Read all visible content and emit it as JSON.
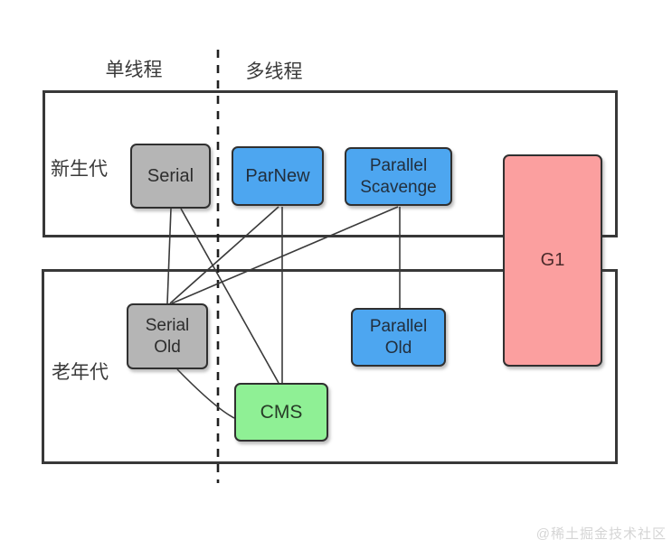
{
  "diagram": {
    "column_labels": {
      "single": "单线程",
      "multi": "多线程"
    },
    "region_labels": {
      "young": "新生代",
      "old": "老年代"
    },
    "nodes": {
      "serial": {
        "label": "Serial",
        "generation": "young",
        "threading": "single"
      },
      "parnew": {
        "label": "ParNew",
        "generation": "young",
        "threading": "multi"
      },
      "parallel_scavenge": {
        "lines": [
          "Parallel",
          "Scavenge"
        ],
        "generation": "young",
        "threading": "multi"
      },
      "g1": {
        "label": "G1",
        "generation": "both",
        "threading": "multi"
      },
      "serial_old": {
        "lines": [
          "Serial",
          "Old"
        ],
        "generation": "old",
        "threading": "single"
      },
      "parallel_old": {
        "lines": [
          "Parallel",
          "Old"
        ],
        "generation": "old",
        "threading": "multi"
      },
      "cms": {
        "label": "CMS",
        "generation": "old",
        "threading": "multi"
      }
    },
    "edges": [
      {
        "from": "Serial",
        "to": "Serial Old"
      },
      {
        "from": "Serial",
        "to": "CMS"
      },
      {
        "from": "ParNew",
        "to": "Serial Old"
      },
      {
        "from": "ParNew",
        "to": "CMS"
      },
      {
        "from": "Parallel Scavenge",
        "to": "Serial Old"
      },
      {
        "from": "Parallel Scavenge",
        "to": "Parallel Old"
      },
      {
        "from": "Serial Old",
        "to": "CMS"
      }
    ],
    "colors": {
      "single_thread_fill": "#b5b5b5",
      "multi_thread_fill": "#4da6f0",
      "cms_fill": "#8ff095",
      "g1_fill": "#fb9f9f",
      "region_border": "#383838",
      "edge_line": "#3a3a3a"
    },
    "watermark": "@稀土掘金技术社区"
  }
}
